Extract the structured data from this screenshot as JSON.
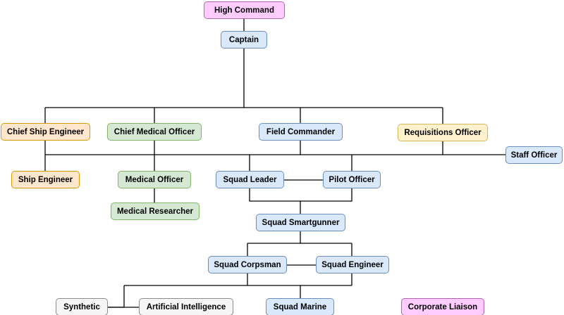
{
  "nodes": {
    "high_command": "High Command",
    "captain": "Captain",
    "chief_ship_engineer": "Chief Ship Engineer",
    "chief_medical_officer": "Chief Medical Officer",
    "field_commander": "Field Commander",
    "requisitions_officer": "Requisitions Officer",
    "staff_officer": "Staff Officer",
    "ship_engineer": "Ship Engineer",
    "medical_officer": "Medical Officer",
    "medical_researcher": "Medical Researcher",
    "squad_leader": "Squad Leader",
    "pilot_officer": "Pilot Officer",
    "squad_smartgunner": "Squad Smartgunner",
    "squad_corpsman": "Squad Corpsman",
    "squad_engineer": "Squad Engineer",
    "synthetic": "Synthetic",
    "artificial_intelligence": "Artificial Intelligence",
    "squad_marine": "Squad Marine",
    "corporate_liaison": "Corporate Liaison"
  },
  "colors": {
    "command": "#ffccff",
    "operations": "#dae8fc",
    "engineering": "#ffe6cc",
    "medical": "#d5e8d4",
    "requisitions": "#fff2cc",
    "synthetic": "#f5f5f5",
    "connector": "#000000"
  }
}
